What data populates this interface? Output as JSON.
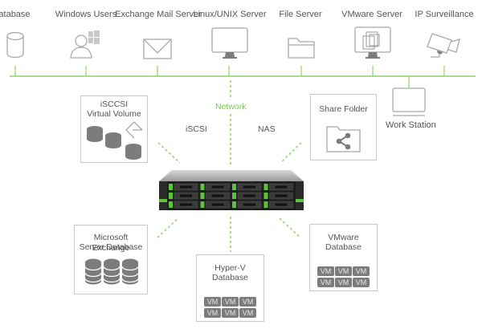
{
  "colors": {
    "network_line": "#8ed36a",
    "icon_stroke": "#a8a8a8",
    "icon_fill": "#7c7c7c",
    "box_border": "#c8c8c8"
  },
  "top_devices": [
    {
      "label": "Database",
      "icon": "database-icon"
    },
    {
      "label": "Windows Users",
      "icon": "windows-user-icon"
    },
    {
      "label": "Exchange Mail Server",
      "icon": "mail-envelope-icon"
    },
    {
      "label": "Linux/UNIX Server",
      "icon": "monitor-icon"
    },
    {
      "label": "File Server",
      "icon": "folder-icon"
    },
    {
      "label": "VMware Server",
      "icon": "vmware-monitor-icon"
    },
    {
      "label": "IP Surveillance",
      "icon": "security-camera-icon"
    }
  ],
  "workstation": {
    "label": "Work Station",
    "icon": "workstation-icon"
  },
  "network_label": "Network",
  "protocols": {
    "iscsi": "iSCSI",
    "nas": "NAS"
  },
  "storage_device": {
    "icon": "rackmount-storage-server-icon"
  },
  "boxes": {
    "iscsi_volume": {
      "title_line1": "iSCCSI",
      "title_line2": "Virtual  Volume"
    },
    "share_folder": {
      "title": "Share Folder"
    },
    "exchange_db": {
      "title_line1": "Microsoft Exchange",
      "title_line2": "Server Database"
    },
    "hyperv_db": {
      "title_line1": "Hyper-V",
      "title_line2": "Database",
      "vm_label": "VM"
    },
    "vmware_db": {
      "title_line1": "VMware",
      "title_line2": "Database",
      "vm_label": "VM"
    }
  }
}
